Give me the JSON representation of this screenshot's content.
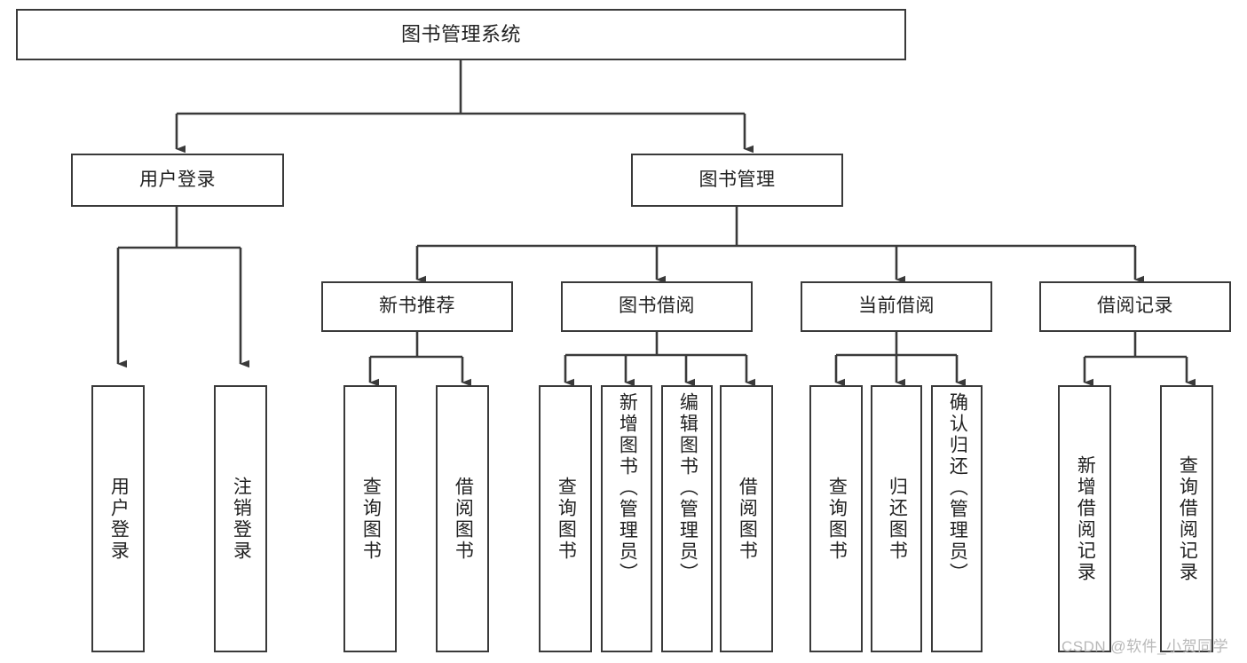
{
  "diagram": {
    "title": "图书管理系统",
    "type": "tree",
    "watermark": "CSDN @软件_小贺同学",
    "colors": {
      "background": "#ffffff",
      "box_border": "#3a3a3a",
      "box_fill": "#ffffff",
      "connector": "#3a3a3a",
      "text": "#222222",
      "watermark": "#b9b9b9"
    },
    "levels": {
      "root": "图书管理系统",
      "level2": [
        "用户登录",
        "图书管理"
      ],
      "level3": [
        "新书推荐",
        "图书借阅",
        "当前借阅",
        "借阅记录"
      ]
    },
    "nodes": {
      "root": {
        "label": "图书管理系统",
        "orientation": "horizontal"
      },
      "user_login": {
        "label": "用户登录",
        "orientation": "horizontal"
      },
      "book_manage": {
        "label": "图书管理",
        "orientation": "horizontal"
      },
      "new_book_rec": {
        "label": "新书推荐",
        "orientation": "horizontal"
      },
      "book_borrow": {
        "label": "图书借阅",
        "orientation": "horizontal"
      },
      "current_borrow": {
        "label": "当前借阅",
        "orientation": "horizontal"
      },
      "borrow_record": {
        "label": "借阅记录",
        "orientation": "horizontal"
      },
      "leaf_user_login": {
        "label": "用户登录",
        "orientation": "vertical"
      },
      "leaf_logout": {
        "label": "注销登录",
        "orientation": "vertical"
      },
      "leaf_query_book_1": {
        "label": "查询图书",
        "orientation": "vertical"
      },
      "leaf_borrow_book_1": {
        "label": "借阅图书",
        "orientation": "vertical"
      },
      "leaf_query_book_2": {
        "label": "查询图书",
        "orientation": "vertical"
      },
      "leaf_add_book": {
        "label": "新增图书（管理员）",
        "orientation": "vertical"
      },
      "leaf_edit_book": {
        "label": "编辑图书（管理员）",
        "orientation": "vertical"
      },
      "leaf_borrow_book_2": {
        "label": "借阅图书",
        "orientation": "vertical"
      },
      "leaf_query_book_3": {
        "label": "查询图书",
        "orientation": "vertical"
      },
      "leaf_return_book": {
        "label": "归还图书",
        "orientation": "vertical"
      },
      "leaf_confirm_return": {
        "label": "确认归还（管理员）",
        "orientation": "vertical"
      },
      "leaf_add_record": {
        "label": "新增借阅记录",
        "orientation": "vertical"
      },
      "leaf_query_record": {
        "label": "查询借阅记录",
        "orientation": "vertical"
      }
    },
    "edges": [
      {
        "from": "root",
        "to": "user_login"
      },
      {
        "from": "root",
        "to": "book_manage"
      },
      {
        "from": "user_login",
        "to": "leaf_user_login"
      },
      {
        "from": "user_login",
        "to": "leaf_logout"
      },
      {
        "from": "book_manage",
        "to": "new_book_rec"
      },
      {
        "from": "book_manage",
        "to": "book_borrow"
      },
      {
        "from": "book_manage",
        "to": "current_borrow"
      },
      {
        "from": "book_manage",
        "to": "borrow_record"
      },
      {
        "from": "new_book_rec",
        "to": "leaf_query_book_1"
      },
      {
        "from": "new_book_rec",
        "to": "leaf_borrow_book_1"
      },
      {
        "from": "book_borrow",
        "to": "leaf_query_book_2"
      },
      {
        "from": "book_borrow",
        "to": "leaf_add_book"
      },
      {
        "from": "book_borrow",
        "to": "leaf_edit_book"
      },
      {
        "from": "book_borrow",
        "to": "leaf_borrow_book_2"
      },
      {
        "from": "current_borrow",
        "to": "leaf_query_book_3"
      },
      {
        "from": "current_borrow",
        "to": "leaf_return_book"
      },
      {
        "from": "current_borrow",
        "to": "leaf_confirm_return"
      },
      {
        "from": "borrow_record",
        "to": "leaf_add_record"
      },
      {
        "from": "borrow_record",
        "to": "leaf_query_record"
      }
    ]
  }
}
